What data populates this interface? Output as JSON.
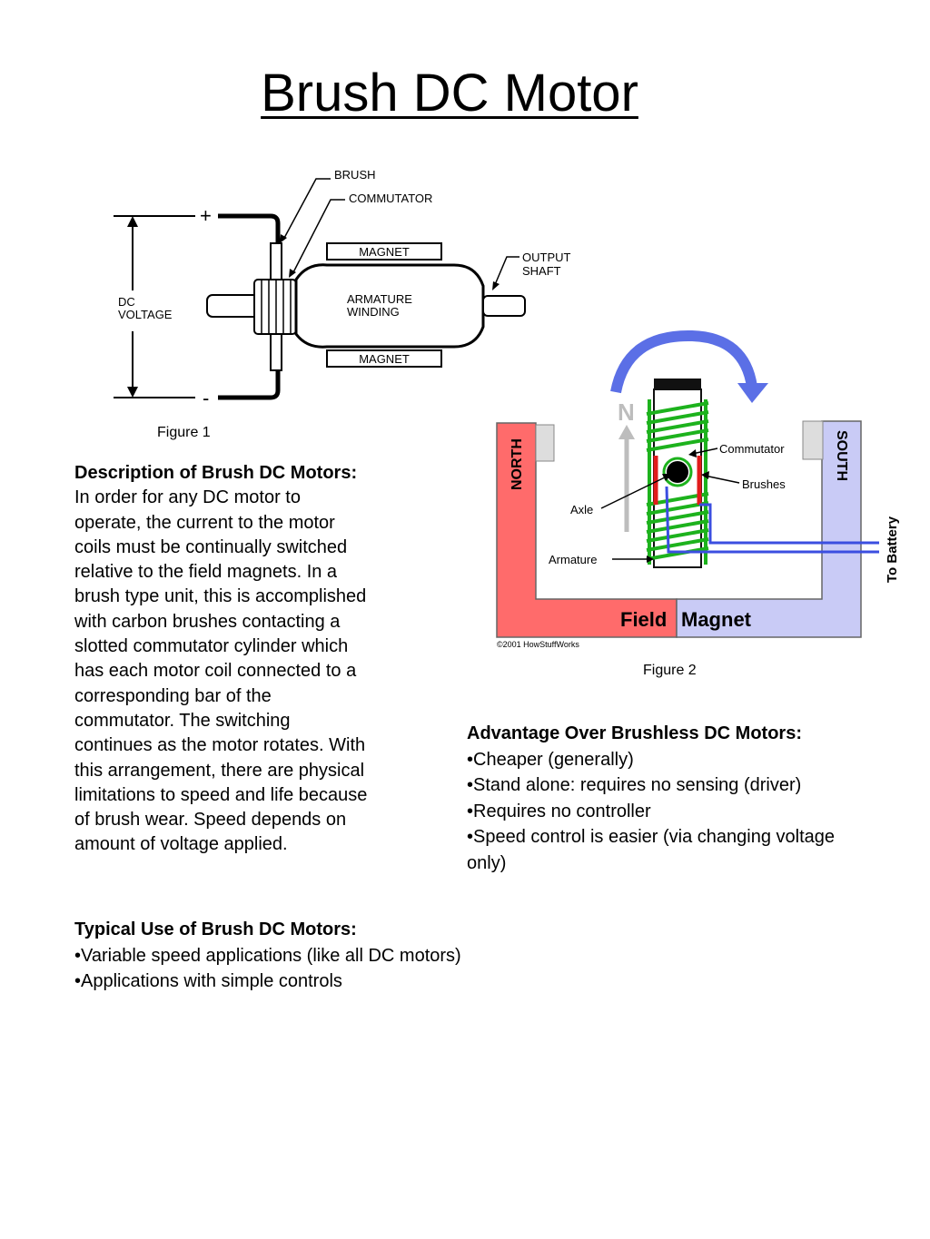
{
  "title": "Brush DC Motor",
  "figure1": {
    "caption": "Figure 1",
    "labels": {
      "plus": "+",
      "minus": "-",
      "dc_voltage_1": "DC",
      "dc_voltage_2": "VOLTAGE",
      "brush": "BRUSH",
      "commutator": "COMMUTATOR",
      "magnet_top": "MAGNET",
      "magnet_bottom": "MAGNET",
      "armature_1": "ARMATURE",
      "armature_2": "WINDING",
      "output_1": "OUTPUT",
      "output_2": "SHAFT"
    }
  },
  "figure2": {
    "caption": "Figure 2",
    "labels": {
      "north": "NORTH",
      "south": "SOUTH",
      "n": "N",
      "commutator": "Commutator",
      "brushes": "Brushes",
      "axle": "Axle",
      "armature": "Armature",
      "to_battery": "To Battery",
      "field": "Field",
      "magnet": "Magnet",
      "copyright": "©2001 HowStuffWorks"
    },
    "colors": {
      "north": "#ff6b6b",
      "south": "#c9cbf6",
      "coil": "#1db21d",
      "arrow": "#5b6fe6",
      "brush": "#e21b1b",
      "wire": "#3b4ee0"
    }
  },
  "description": {
    "heading": "Description of Brush DC Motors:",
    "lines": [
      "In order for any DC motor to",
      "operate, the current to the motor",
      "coils must be continually switched",
      "relative to the field magnets. In a",
      "brush type unit, this is accomplished",
      "with carbon brushes contacting a",
      "slotted commutator cylinder which",
      "has each motor coil connected to a",
      "corresponding bar of the",
      "commutator. The switching",
      "continues as the motor rotates. With",
      "this arrangement, there are physical",
      "limitations to speed and life because",
      "of brush wear. Speed depends on",
      "amount of voltage applied."
    ]
  },
  "advantages": {
    "heading": "Advantage Over Brushless DC Motors:",
    "lines": [
      "•Cheaper (generally)",
      "•Stand alone: requires no sensing (driver)",
      "•Requires no controller",
      "•Speed control is easier (via changing voltage",
      "only)"
    ]
  },
  "typical_use": {
    "heading": "Typical Use of Brush DC Motors:",
    "lines": [
      "•Variable speed applications (like all DC motors)",
      "•Applications with simple controls"
    ]
  }
}
